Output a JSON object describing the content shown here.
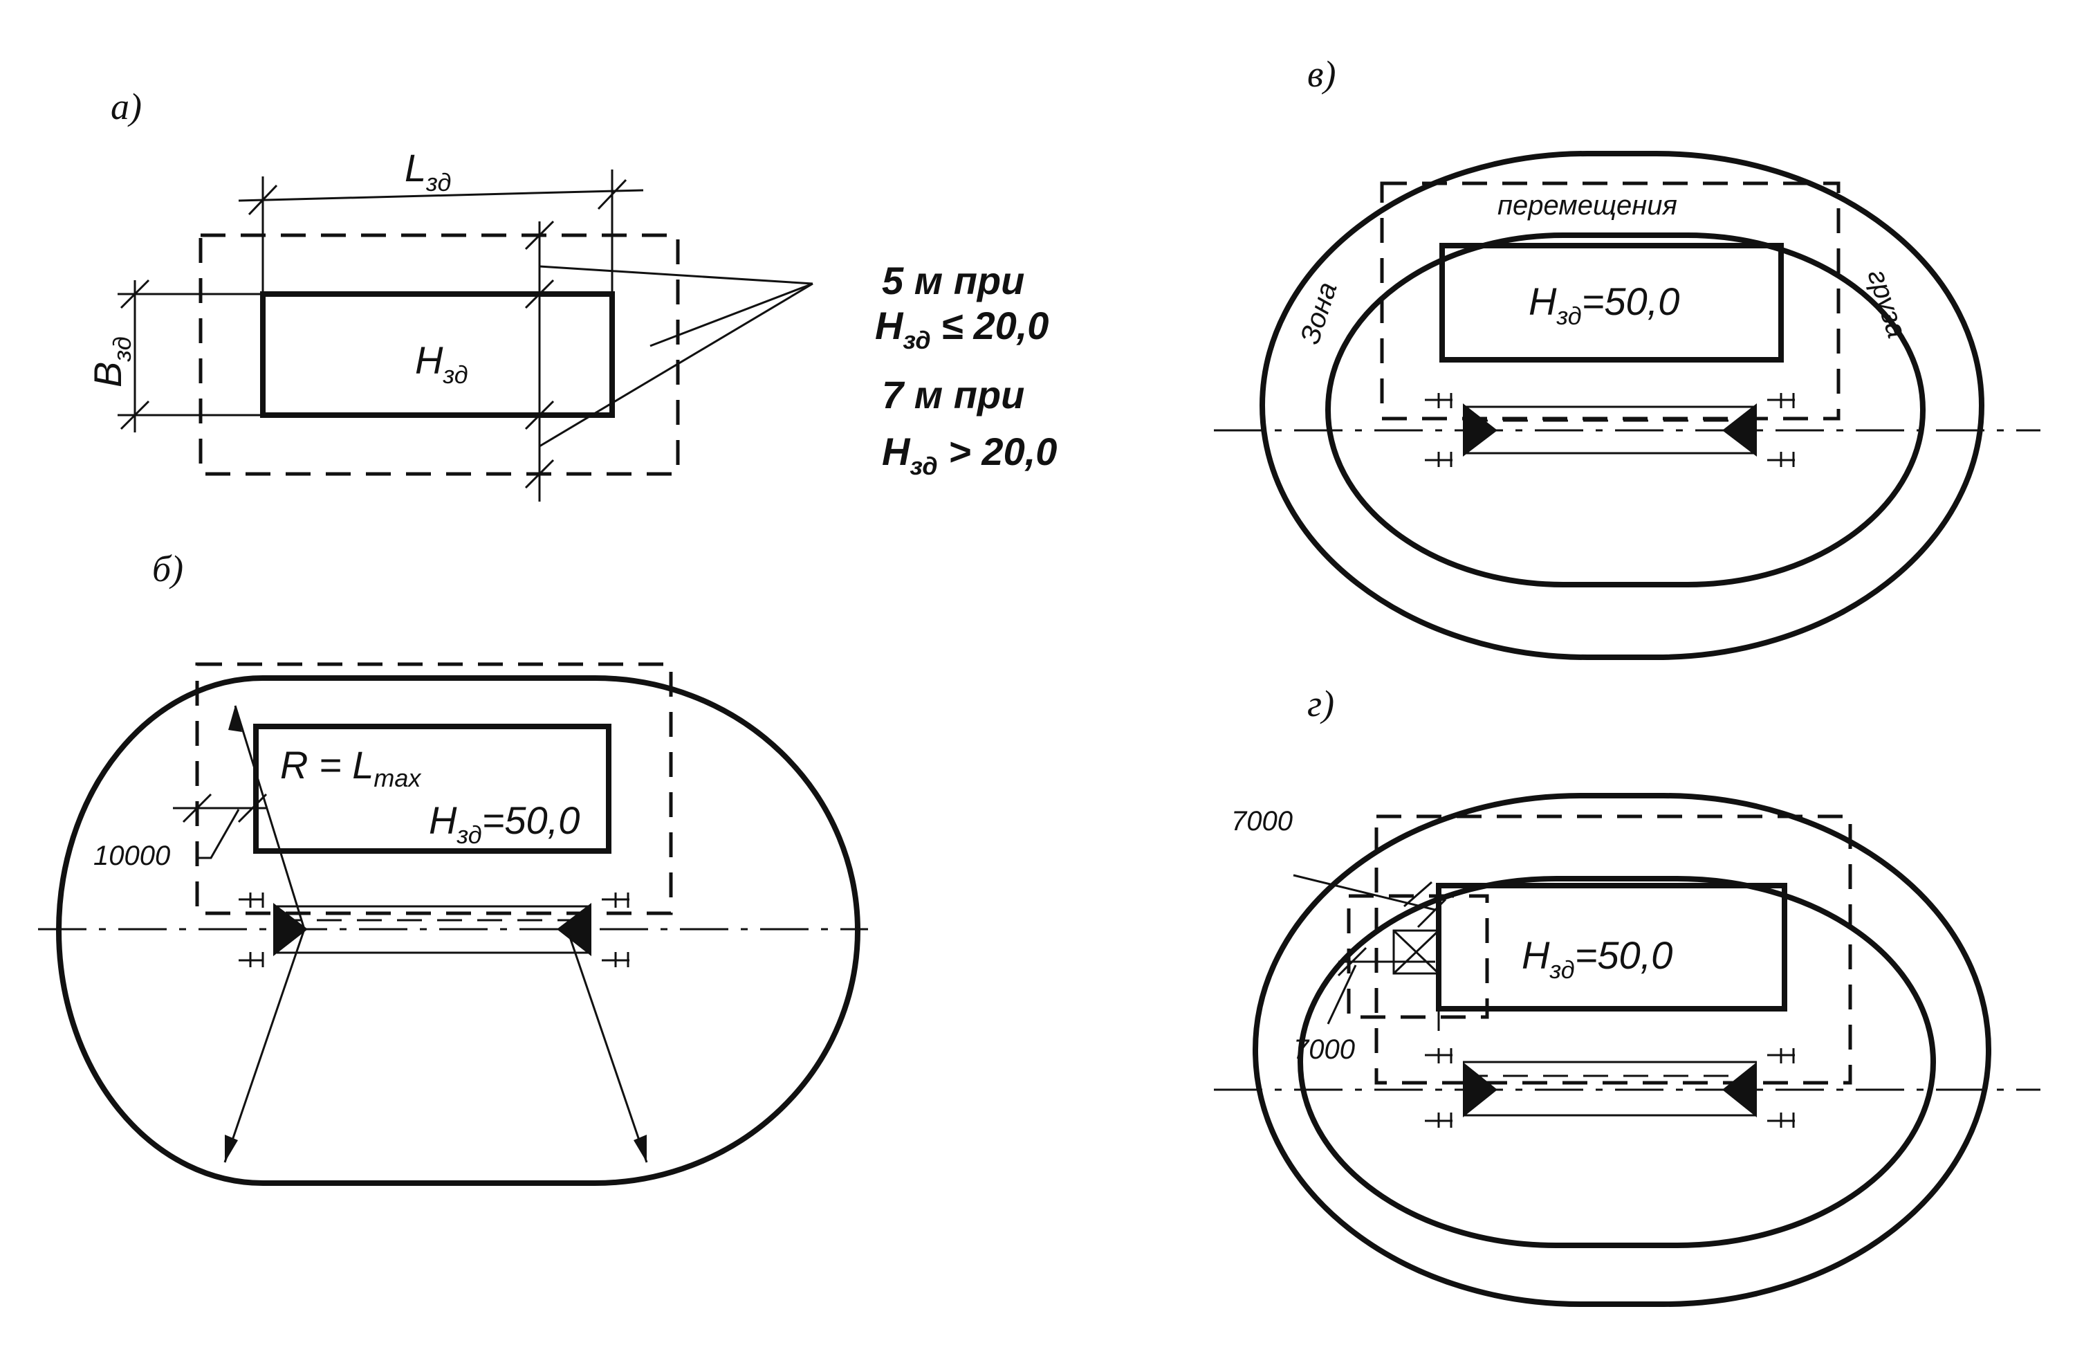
{
  "panels": {
    "a": {
      "label": "а)",
      "length_label": "L",
      "length_sub": "зд",
      "width_label": "B",
      "width_sub": "зд",
      "height_label": "H",
      "height_sub": "зд",
      "note_line1": "5 м при",
      "note_line2_main": "H",
      "note_line2_sub": "зд",
      "note_line2_rest": " ≤ 20,0",
      "note_line3": "7 м при",
      "note_line4_main": "H",
      "note_line4_sub": "зд",
      "note_line4_rest": " > 20,0"
    },
    "b": {
      "label": "б)",
      "radius_label": "R = L",
      "radius_sub": "max",
      "height_main": "H",
      "height_sub": "зд",
      "height_value": "=50,0",
      "dimension": "10000"
    },
    "v": {
      "label": "в)",
      "zone_word1": "Зона",
      "zone_word2": "перемещения",
      "zone_word3": "груза",
      "height_main": "H",
      "height_sub": "зд",
      "height_value": "=50,0"
    },
    "g": {
      "label": "г)",
      "dimension_top": "7000",
      "dimension_bottom": "7000",
      "height_main": "H",
      "height_sub": "зд",
      "height_value": "=50,0"
    }
  }
}
